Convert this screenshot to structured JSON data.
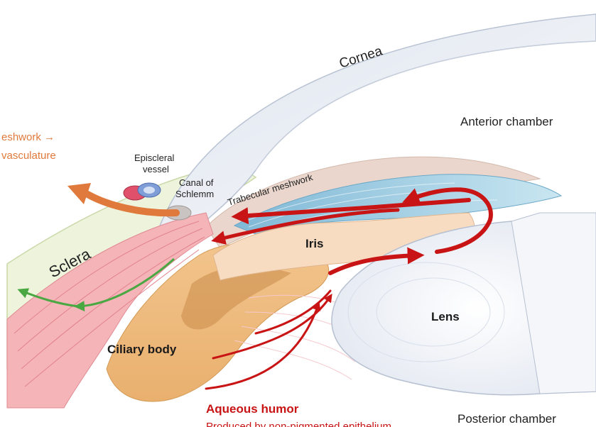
{
  "labels": {
    "cornea": "Cornea",
    "anterior_chamber": "Anterior chamber",
    "outflow_line1": "eshwork →",
    "outflow_line2": "vasculature",
    "episcleral_line1": "Episcleral",
    "episcleral_line2": "vessel",
    "canal_line1": "Canal of",
    "canal_line2": "Schlemm",
    "trabecular_meshwork": "Trabecular meshwork",
    "iris": "Iris",
    "sclera": "Sclera",
    "lens": "Lens",
    "ciliary_body": "Ciliary body",
    "aqueous_humor": "Aqueous humor",
    "aqueous_sub": "Produced by non-pigmented epithelium",
    "posterior_chamber": "Posterior chamber"
  },
  "colors": {
    "flow_red": "#c81414",
    "uveoscleral_green": "#4aa843",
    "outflow_orange": "#e07a3c",
    "sclera_fill": "#eef4dc",
    "cornea_fill": "#e6ebf3",
    "iris_fill": "#f6dcc3",
    "ciliary_fill": "#efb978",
    "lens_fill": "#eef1f7",
    "meshwork_blue": "#8cc6e0",
    "muscle_pink": "#f0a0a8"
  }
}
